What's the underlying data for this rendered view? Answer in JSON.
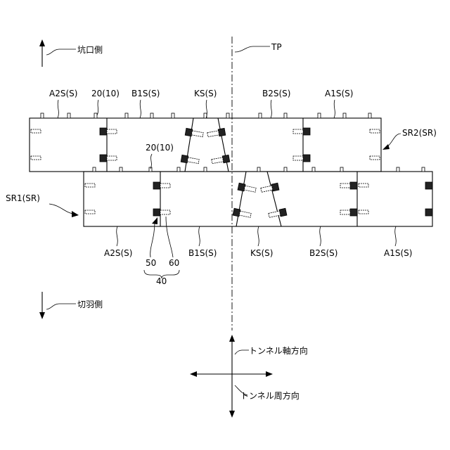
{
  "legend": {
    "portal_side": "坑口側",
    "face_side": "切羽側",
    "tp": "TP",
    "axial_direction": "トンネル軸方向",
    "circumferential_direction": "トンネル周方向"
  },
  "ring_upper": {
    "name": "SR2(SR)",
    "segments": [
      "A2S(S)",
      "B1S(S)",
      "KS(S)",
      "B2S(S)",
      "A1S(S)"
    ],
    "joint_label": "20(10)"
  },
  "ring_lower": {
    "name": "SR1(SR)",
    "segments": [
      "A2S(S)",
      "B1S(S)",
      "KS(S)",
      "B2S(S)",
      "A1S(S)"
    ],
    "joint_label": "20(10)"
  },
  "connector": {
    "part_a": "50",
    "part_b": "60",
    "assembly": "40"
  }
}
